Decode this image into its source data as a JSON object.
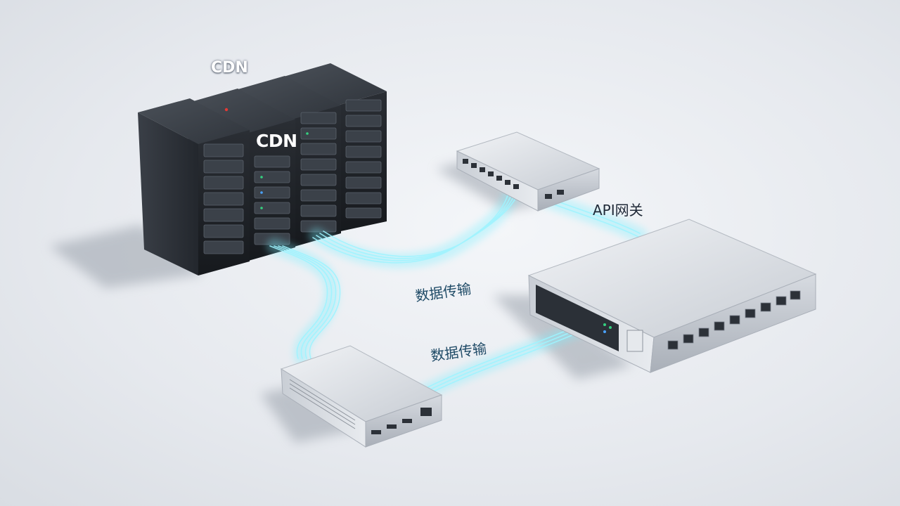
{
  "labels": {
    "cdn_top": "CDN",
    "cdn_rack": "CDN",
    "api_gateway": "API网关",
    "data_transfer_1": "数据传输",
    "data_transfer_2": "数据传输"
  },
  "colors": {
    "rack_dark": "#2b2f36",
    "rack_front": "#1c1f24",
    "metal_light": "#dfe3e8",
    "metal_mid": "#b9bfc7",
    "cable_glow": "#5fe6ff",
    "label_dark": "#1f2937",
    "label_blue": "#1e4a66"
  },
  "icons": [
    "server-rack",
    "network-switch",
    "api-gateway-router",
    "edge-device",
    "fiber-cable"
  ]
}
